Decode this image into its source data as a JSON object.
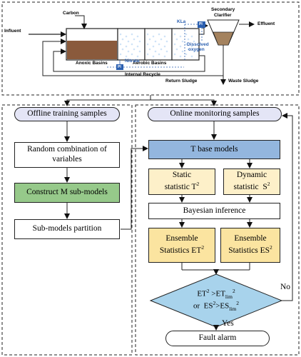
{
  "plant": {
    "carbon": "Carbon",
    "influent": "Influent",
    "anoxic": "Anoxic Basins",
    "aerobic": "Aerobic Basins",
    "kla": "KLa",
    "dissolved_oxygen_1": "Dissolved",
    "dissolved_oxygen_2": "oxygen",
    "nitrate": "Nitrate",
    "internal_recycle": "Internal Recycle",
    "clarifier_1": "Secondary",
    "clarifier_2": "Clarifier",
    "effluent": "Effluent",
    "return_sludge": "Return Sludge",
    "waste_sludge": "Waste Sludge",
    "sensor_tag": "PI",
    "sensor_tag2": "PI"
  },
  "offline": {
    "title": "Offline training samples",
    "random_1": "Random combination of",
    "random_2": "variables",
    "construct": "Construct M sub-models",
    "partition": "Sub-models partition"
  },
  "online": {
    "title": "Online monitoring samples",
    "base_models": "T base models",
    "static_1": "Static",
    "static_2": "statistic T",
    "static_sup": "2",
    "dynamic_1": "Dynamic",
    "dynamic_2": "statistic  S",
    "dynamic_sup": "2",
    "bayes": "Bayesian inference",
    "ens1_1": "Ensemble",
    "ens1_2": "Statistics ET",
    "ens1_sup": "2",
    "ens2_1": "Ensemble",
    "ens2_2": "Statistics ES",
    "ens2_sup": "2",
    "cond1_a": "ET",
    "cond1_b": " >ET",
    "cond1_sub": "lim",
    "cond2_a": "or  ES",
    "cond2_b": ">ES",
    "cond2_sub": "lim",
    "sup2": "2",
    "yes": "Yes",
    "no": "No",
    "fault": "Fault alarm"
  },
  "colors": {
    "process_blue": "#93b6de",
    "model_green": "#96c98a",
    "statistic_cream": "#fdf0c9",
    "ensemble_gold": "#fbe4a0",
    "decision_blue": "#a8d3ec",
    "title_lavender": "#e4e5f6"
  }
}
